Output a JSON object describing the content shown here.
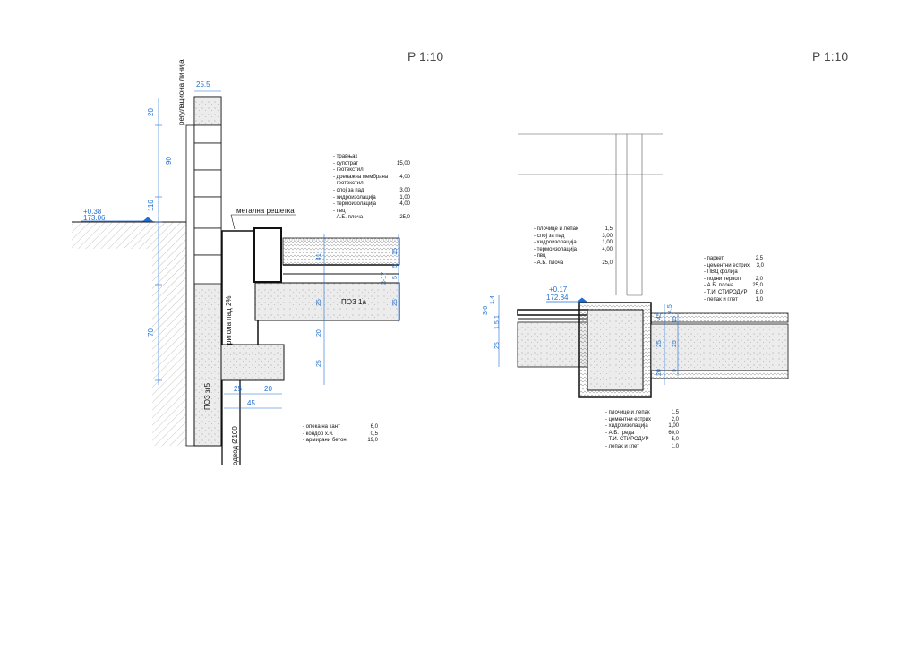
{
  "sheet": {
    "scale_left": "P 1:10",
    "scale_right": "P 1:10"
  },
  "left_detail": {
    "labels": {
      "regulation_line": "регулациона линија",
      "metal_grate": "метална решетка",
      "gutter": "ригола пад 2%",
      "poz_wall": "ПОЗ зг5",
      "poz_slab": "ПОЗ 1а",
      "drain": "одвод Ø100"
    },
    "levels": {
      "relative": "+0.38",
      "absolute": "173.06"
    },
    "dimensions": {
      "top_width": "25.5",
      "vertical": [
        "20",
        "90",
        "116",
        "70"
      ],
      "slab_right": [
        "15",
        "5",
        "5",
        "3-17",
        "25"
      ],
      "slab_mid": [
        "41",
        "25",
        "20",
        "25"
      ],
      "bottom_horizontal": [
        "25",
        "20",
        "45"
      ]
    },
    "layers_roof": [
      {
        "material": "- травњак",
        "value": ""
      },
      {
        "material": "- супстрат",
        "value": "15,00"
      },
      {
        "material": "- геотекстил",
        "value": ""
      },
      {
        "material": "- дренажна мембрана",
        "value": "4,00"
      },
      {
        "material": "- геотекстил",
        "value": ""
      },
      {
        "material": "- слој за пад",
        "value": "3,00"
      },
      {
        "material": "- хидроизолација",
        "value": "1,00"
      },
      {
        "material": "- термоизолација",
        "value": "4,00"
      },
      {
        "material": "- пвц",
        "value": ""
      },
      {
        "material": "- А.Б. плоча",
        "value": "25,0"
      }
    ],
    "layers_wall": [
      {
        "material": "- опека на кант",
        "value": "6,0"
      },
      {
        "material": "- кондор х.и.",
        "value": "0,5"
      },
      {
        "material": "- армирани бетон",
        "value": "19,0"
      }
    ]
  },
  "right_detail": {
    "levels": {
      "relative": "+0.17",
      "absolute": "172.84"
    },
    "dimensions": {
      "left": [
        "3-6",
        "1.4",
        "1.5",
        "1",
        "25"
      ],
      "middle": [
        "45",
        "15",
        "4.5",
        "25",
        "25",
        "20",
        "9"
      ]
    },
    "layers_terrace": [
      {
        "material": "- плочице и лепак",
        "value": "1,5"
      },
      {
        "material": "- слој за пад",
        "value": "3,00"
      },
      {
        "material": "- хидроизолација",
        "value": "1,00"
      },
      {
        "material": "- термоизолација",
        "value": "4,00"
      },
      {
        "material": "- пвц",
        "value": ""
      },
      {
        "material": "- А.Б. плоча",
        "value": "25,0"
      }
    ],
    "layers_floor": [
      {
        "material": "- паркет",
        "value": "2,5"
      },
      {
        "material": "- цементни естрих",
        "value": "3,0"
      },
      {
        "material": "- ПВЦ фолија",
        "value": ""
      },
      {
        "material": "- подни тервол",
        "value": "2,0"
      },
      {
        "material": "- А.Б. плоча",
        "value": "25,0"
      },
      {
        "material": "- Т.И. СТИРОДУР",
        "value": "8,0"
      },
      {
        "material": "- лепак и глет",
        "value": "1,0"
      }
    ],
    "layers_beam": [
      {
        "material": "- плочице и лепак",
        "value": "1,5"
      },
      {
        "material": "- цементни естрих",
        "value": "2,0"
      },
      {
        "material": "- хидроизолација",
        "value": "1,00"
      },
      {
        "material": "- А.Б. греда",
        "value": "60,0"
      },
      {
        "material": "- Т.И. СТИРОДУР",
        "value": "5,0"
      },
      {
        "material": "- лепак и глет",
        "value": "1,0"
      }
    ]
  },
  "colors": {
    "dimension_blue": "#1f6fd0",
    "line_dark": "#111111",
    "hatch_grey": "#8a8a8a",
    "concrete_fill": "#e7e7e7"
  }
}
